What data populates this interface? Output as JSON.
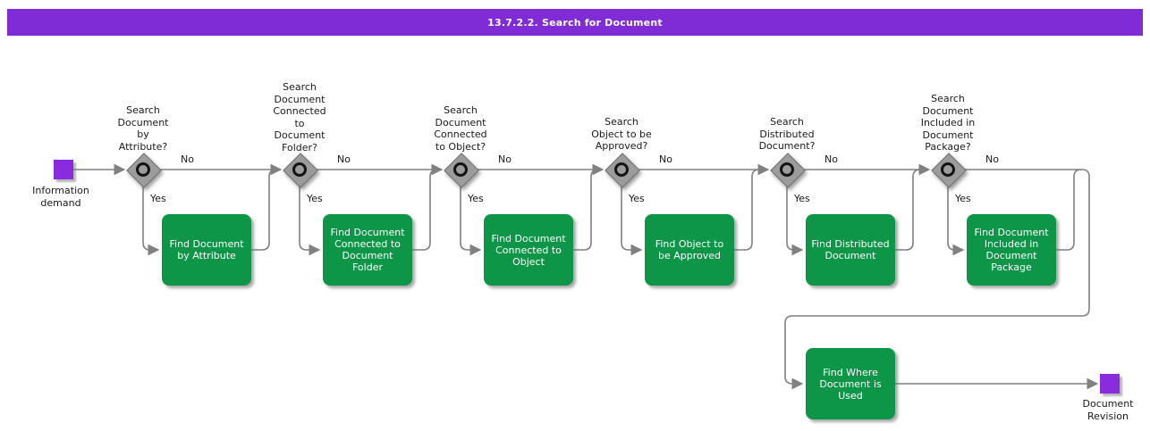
{
  "title": "13.7.2.2. Search for Document",
  "labels": {
    "yes": "Yes",
    "no": "No"
  },
  "start": {
    "label": "Information\ndemand"
  },
  "end": {
    "label": "Document\nRevision"
  },
  "decisions": [
    {
      "question": "Search\nDocument\nby\nAttribute?"
    },
    {
      "question": "Search\nDocument\nConnected\nto\nDocument\nFolder?"
    },
    {
      "question": "Search\nDocument\nConnected\nto Object?"
    },
    {
      "question": "Search\nObject to be\nApproved?"
    },
    {
      "question": "Search\nDistributed\nDocument?"
    },
    {
      "question": "Search\nDocument\nIncluded in\nDocument\nPackage?"
    }
  ],
  "tasks": [
    {
      "label": "Find Document\nby Attribute"
    },
    {
      "label": "Find Document\nConnected to\nDocument\nFolder"
    },
    {
      "label": "Find Document\nConnected to\nObject"
    },
    {
      "label": "Find Object to\nbe Approved"
    },
    {
      "label": "Find Distributed\nDocument"
    },
    {
      "label": "Find Document\nIncluded in\nDocument\nPackage"
    },
    {
      "label": "Find Where\nDocument is\nUsed"
    }
  ],
  "colors": {
    "title_bar": "#7f2bd6",
    "event_node": "#8b2be0",
    "task_node": "#0d9648",
    "decision_node": "#9c9c9c",
    "edge_line": "#808080"
  }
}
